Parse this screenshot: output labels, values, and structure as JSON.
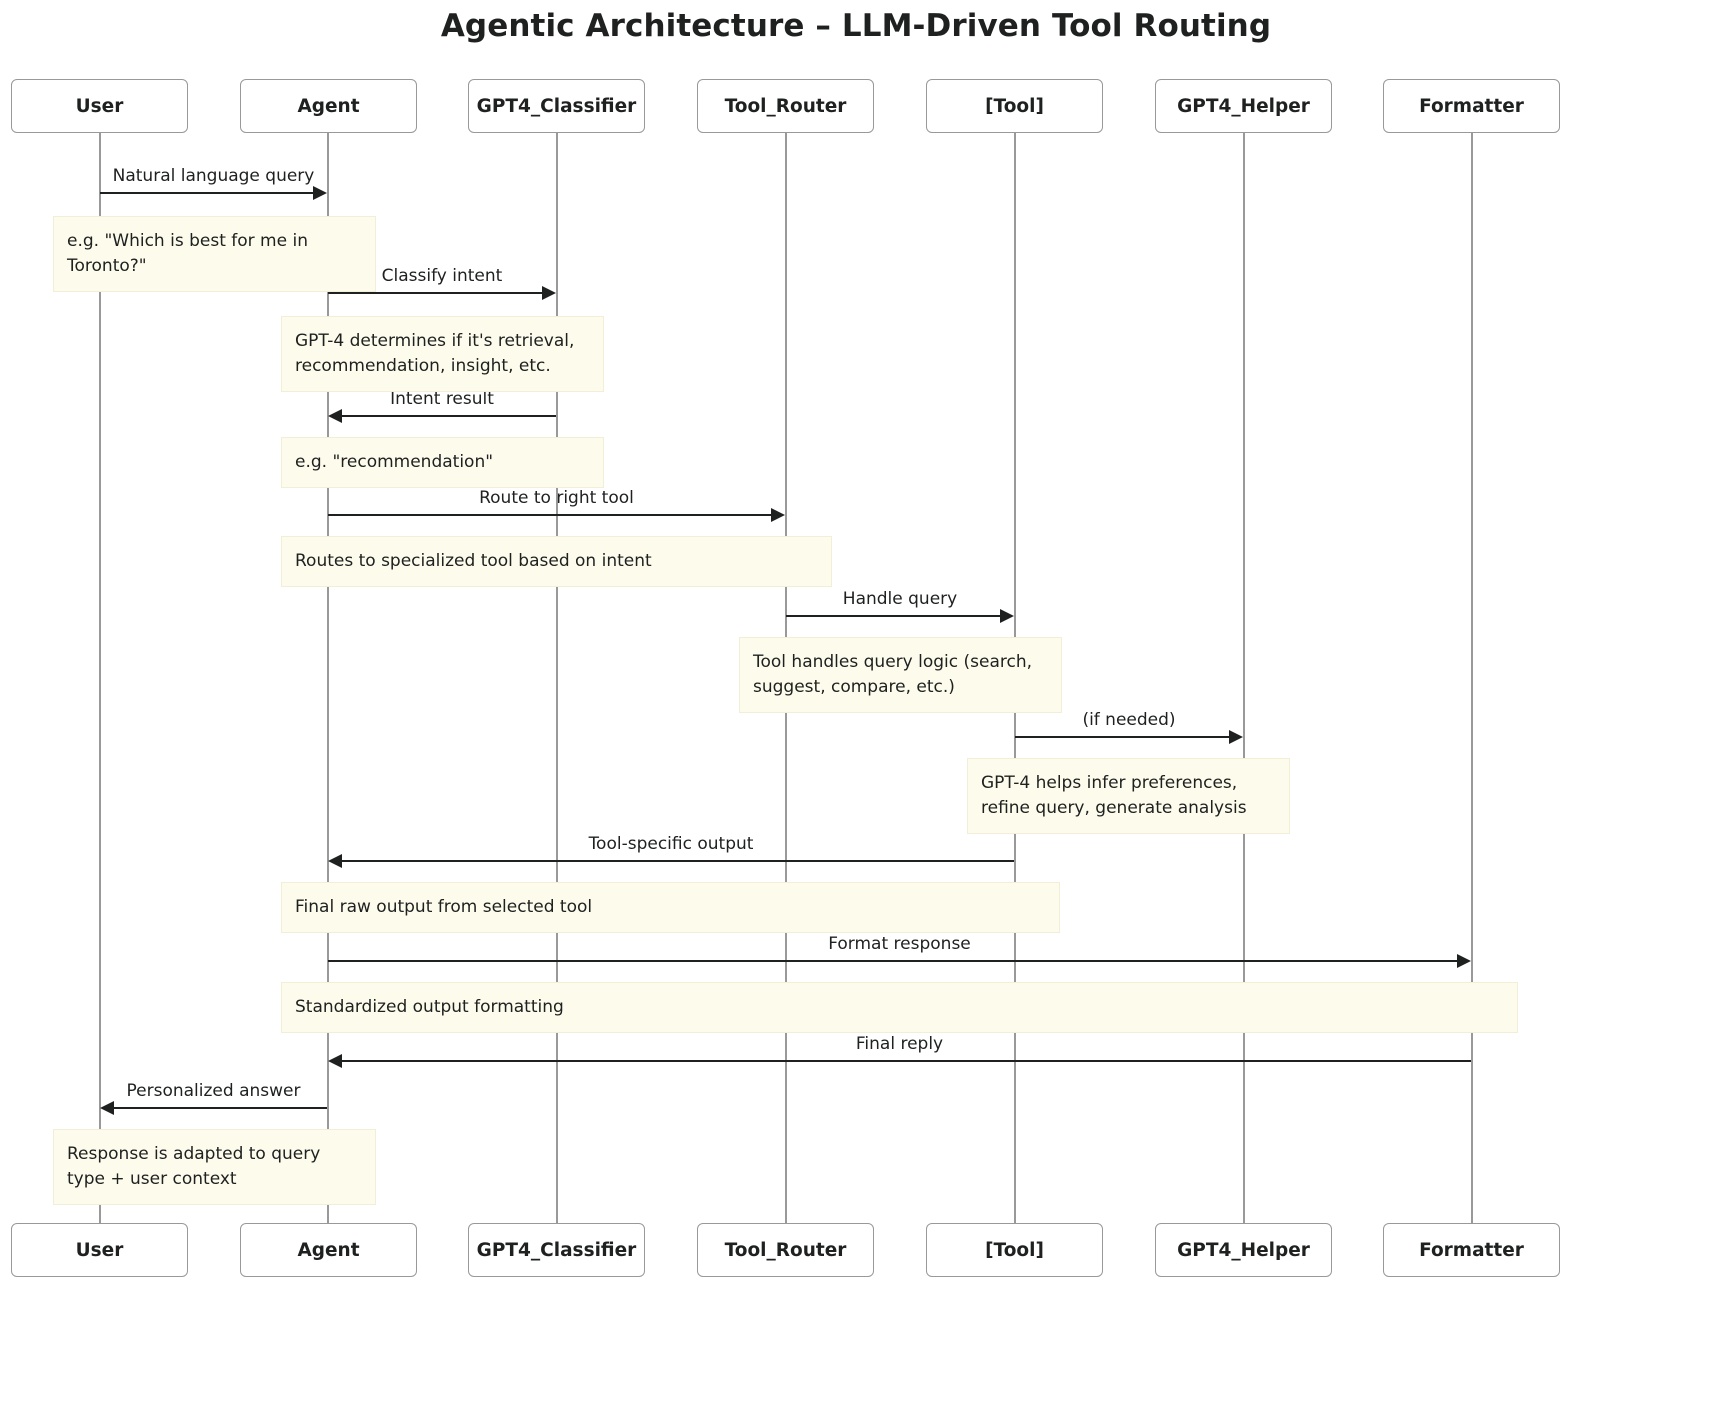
{
  "title": "Agentic Architecture – LLM-Driven Tool Routing",
  "diagram_type": "sequence",
  "colors": {
    "note_fill": "#fdfbec",
    "note_border": "#f3eed7",
    "actor_border": "#999999",
    "lifeline": "#999999",
    "arrow": "#1f2020",
    "text": "#1f2020",
    "background": "#ffffff"
  },
  "participants": [
    {
      "id": "user",
      "label": "User"
    },
    {
      "id": "agent",
      "label": "Agent"
    },
    {
      "id": "gpt4_classifier",
      "label": "GPT4_Classifier"
    },
    {
      "id": "tool_router",
      "label": "Tool_Router"
    },
    {
      "id": "tool",
      "label": "[Tool]"
    },
    {
      "id": "gpt4_helper",
      "label": "GPT4_Helper"
    },
    {
      "id": "formatter",
      "label": "Formatter"
    }
  ],
  "messages": [
    {
      "label": "Natural language query",
      "from": "user",
      "to": "agent",
      "direction": "right"
    },
    {
      "label": "Classify intent",
      "from": "agent",
      "to": "gpt4_classifier",
      "direction": "right"
    },
    {
      "label": "Intent result",
      "from": "gpt4_classifier",
      "to": "agent",
      "direction": "left"
    },
    {
      "label": "Route to right tool",
      "from": "agent",
      "to": "tool_router",
      "direction": "right"
    },
    {
      "label": "Handle query",
      "from": "tool_router",
      "to": "tool",
      "direction": "right"
    },
    {
      "label": "(if needed)",
      "from": "tool",
      "to": "gpt4_helper",
      "direction": "right"
    },
    {
      "label": "Tool-specific output",
      "from": "tool",
      "to": "agent",
      "direction": "left"
    },
    {
      "label": "Format response",
      "from": "agent",
      "to": "formatter",
      "direction": "right"
    },
    {
      "label": "Final reply",
      "from": "formatter",
      "to": "agent",
      "direction": "left"
    },
    {
      "label": "Personalized answer",
      "from": "agent",
      "to": "user",
      "direction": "left"
    }
  ],
  "notes": [
    {
      "text": "e.g. \"Which is best for me in Toronto?\"",
      "over": "user"
    },
    {
      "text": "GPT-4 determines if it's retrieval, recommendation, insight, etc.",
      "over": "agent"
    },
    {
      "text": "e.g. \"recommendation\"",
      "over": "agent"
    },
    {
      "text": "Routes to specialized tool based on intent",
      "over": "agent"
    },
    {
      "text": "Tool handles query logic (search, suggest, compare, etc.)",
      "over": "tool_router"
    },
    {
      "text": "GPT-4 helps infer preferences, refine query, generate analysis",
      "over": "tool"
    },
    {
      "text": "Final raw output from selected tool",
      "over": "agent"
    },
    {
      "text": "Standardized output formatting",
      "over": "agent"
    },
    {
      "text": "Response is adapted to query type + user context",
      "over": "user"
    }
  ]
}
